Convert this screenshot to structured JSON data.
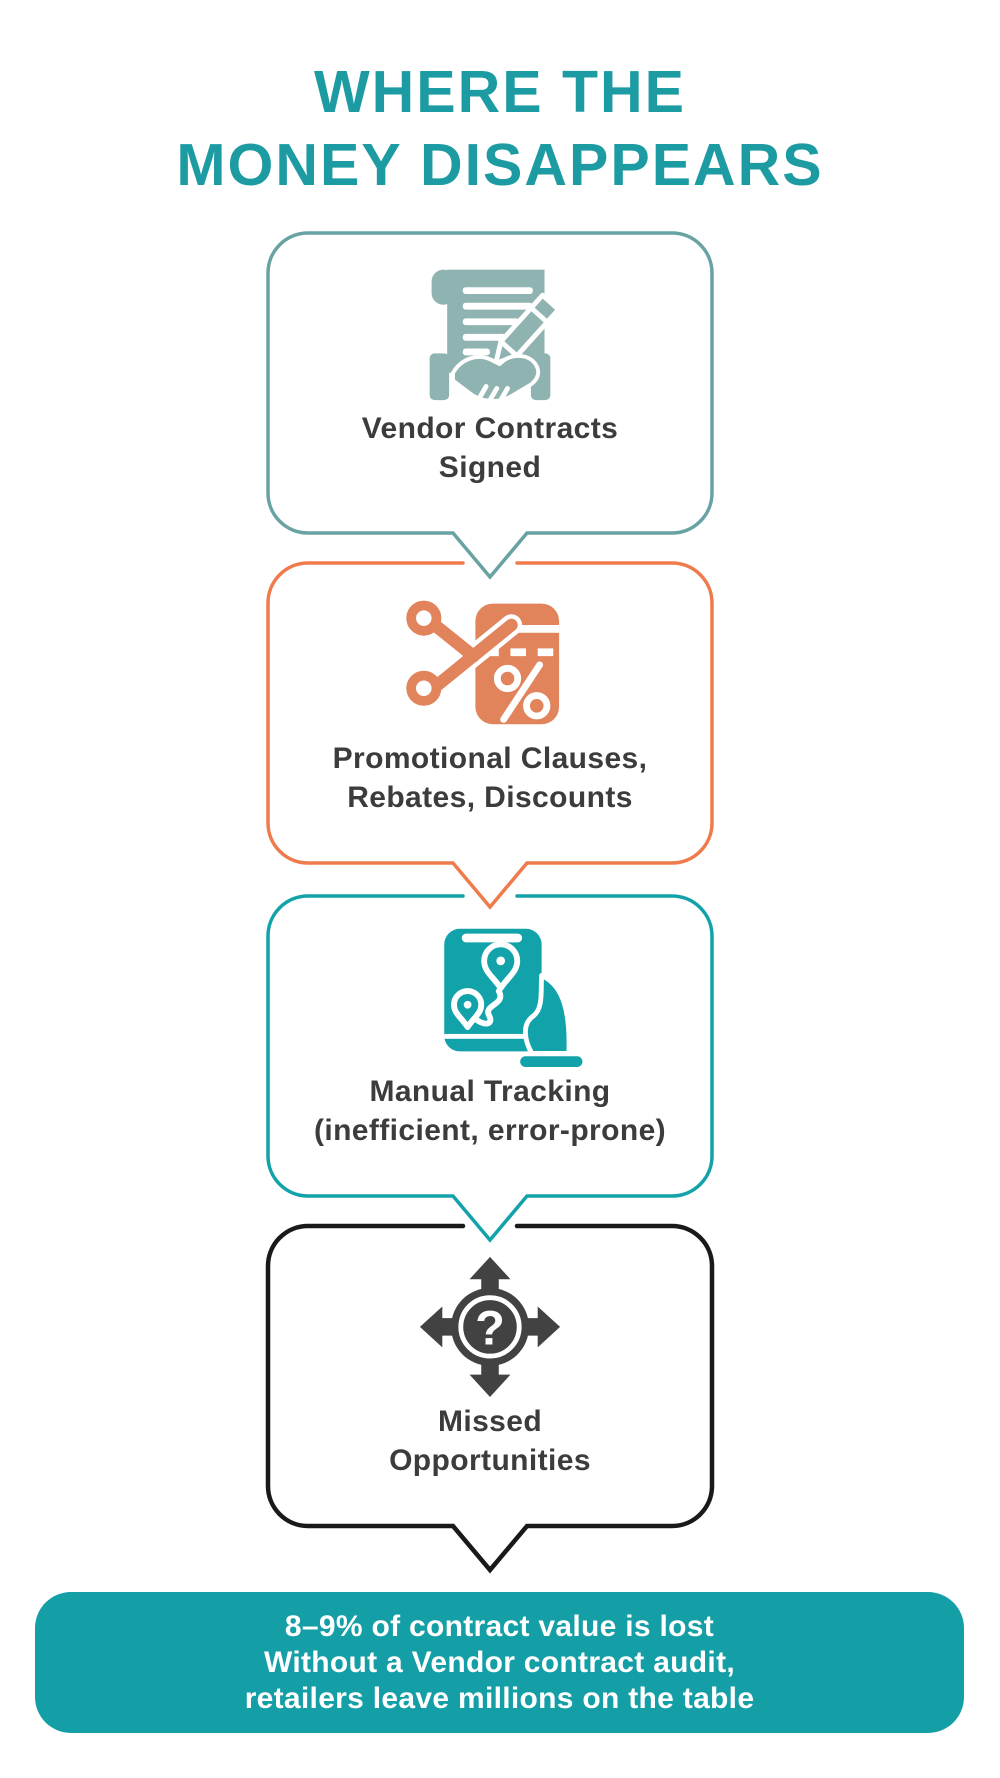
{
  "title": {
    "line1": "WHERE THE",
    "line2": "MONEY DISAPPEARS"
  },
  "steps": [
    {
      "name": "vendor-contracts-signed",
      "lines": [
        "Vendor Contracts",
        "Signed"
      ],
      "border_color": "#68a2a3",
      "icon_color": "#8fb3b0",
      "icon": "contract-handshake-icon"
    },
    {
      "name": "promotional-clauses",
      "lines": [
        "Promotional Clauses,",
        "Rebates, Discounts"
      ],
      "border_color": "#ef7b4d",
      "icon_color": "#e1835b",
      "icon": "discount-scissors-icon"
    },
    {
      "name": "manual-tracking",
      "lines": [
        "Manual Tracking",
        "(inefficient, error-prone)"
      ],
      "border_color": "#12a2a9",
      "icon_color": "#12a2a9",
      "icon": "phone-map-tracking-icon"
    },
    {
      "name": "missed-opportunities",
      "lines": [
        "Missed",
        "Opportunities"
      ],
      "border_color": "#191919",
      "icon_color": "#424242",
      "icon": "question-directions-icon"
    }
  ],
  "banner": {
    "lines": [
      "8–9% of contract value is lost",
      "Without a Vendor contract audit,",
      "retailers leave millions on the table"
    ],
    "bg_color": "#149ea6",
    "text_color": "#ffffff"
  },
  "colors": {
    "title": "#1d9ba2",
    "label_text": "#3b3c3e",
    "background": "#ffffff"
  },
  "icon_glyphs": {
    "question_mark": "?"
  }
}
